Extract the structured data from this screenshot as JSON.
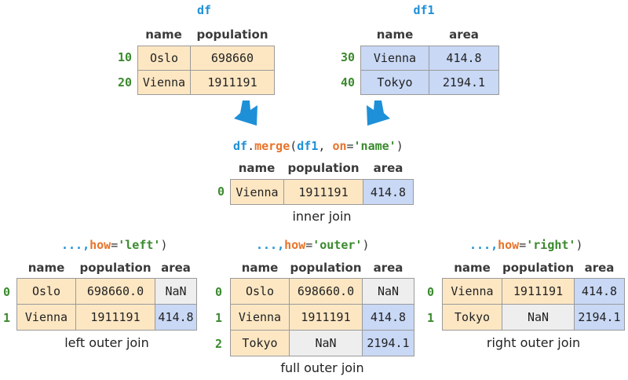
{
  "df": {
    "name": "df",
    "columns": [
      "name",
      "population"
    ],
    "index": [
      "10",
      "20"
    ],
    "rows": [
      [
        "Oslo",
        "698660"
      ],
      [
        "Vienna",
        "1911191"
      ]
    ]
  },
  "df1": {
    "name": "df1",
    "columns": [
      "name",
      "area"
    ],
    "index": [
      "30",
      "40"
    ],
    "rows": [
      [
        "Vienna",
        "414.8"
      ],
      [
        "Tokyo",
        "2194.1"
      ]
    ]
  },
  "merge_call": {
    "obj": "df",
    "dot": ".",
    "method": "merge",
    "open": "(",
    "arg": "df1",
    "comma": ", ",
    "kw": "on",
    "eq": "=",
    "val": "'name'",
    "close": ")"
  },
  "inner": {
    "columns": [
      "name",
      "population",
      "area"
    ],
    "index": [
      "0"
    ],
    "rows": [
      [
        "Vienna",
        "1911191",
        "414.8"
      ]
    ],
    "caption": "inner join"
  },
  "left": {
    "prefix": "...,",
    "kw": "how",
    "eq": "=",
    "val": "'left'",
    "close": ")",
    "columns": [
      "name",
      "population",
      "area"
    ],
    "index": [
      "0",
      "1"
    ],
    "rows": [
      [
        "Oslo",
        "698660.0",
        "NaN"
      ],
      [
        "Vienna",
        "1911191",
        "414.8"
      ]
    ],
    "caption": "left outer join"
  },
  "outer": {
    "prefix": "...,",
    "kw": "how",
    "eq": "=",
    "val": "'outer'",
    "close": ")",
    "columns": [
      "name",
      "population",
      "area"
    ],
    "index": [
      "0",
      "1",
      "2"
    ],
    "rows": [
      [
        "Oslo",
        "698660.0",
        "NaN"
      ],
      [
        "Vienna",
        "1911191",
        "414.8"
      ],
      [
        "Tokyo",
        "NaN",
        "2194.1"
      ]
    ],
    "caption": "full outer join"
  },
  "right": {
    "prefix": "...,",
    "kw": "how",
    "eq": "=",
    "val": "'right'",
    "close": ")",
    "columns": [
      "name",
      "population",
      "area"
    ],
    "index": [
      "0",
      "1"
    ],
    "rows": [
      [
        "Vienna",
        "1911191",
        "414.8"
      ],
      [
        "Tokyo",
        "NaN",
        "2194.1"
      ]
    ],
    "caption": "right outer join"
  },
  "colors": {
    "df_fill": "#fde7c3",
    "df1_fill": "#c8d8f5",
    "missing_fill": "#eeeeee",
    "arrow": "#1e90d8",
    "index_text": "#3b8a2e",
    "title_text": "#1e90d8",
    "keyword_text": "#e8742a"
  }
}
